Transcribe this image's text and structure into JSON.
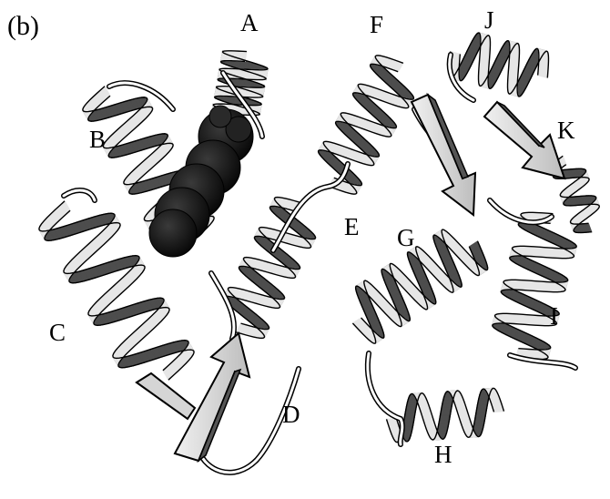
{
  "figure": {
    "panel_label": "(b)",
    "labels": {
      "A": "A",
      "B": "B",
      "C": "C",
      "D": "D",
      "E": "E",
      "F": "F",
      "G": "G",
      "H": "H",
      "I": "I",
      "J": "J",
      "K": "K"
    }
  },
  "colors": {
    "ribbon_front": "#e6e6e6",
    "ribbon_back": "#4d4d4d",
    "ribbon_outline": "#000000",
    "ligand": "#151515"
  }
}
